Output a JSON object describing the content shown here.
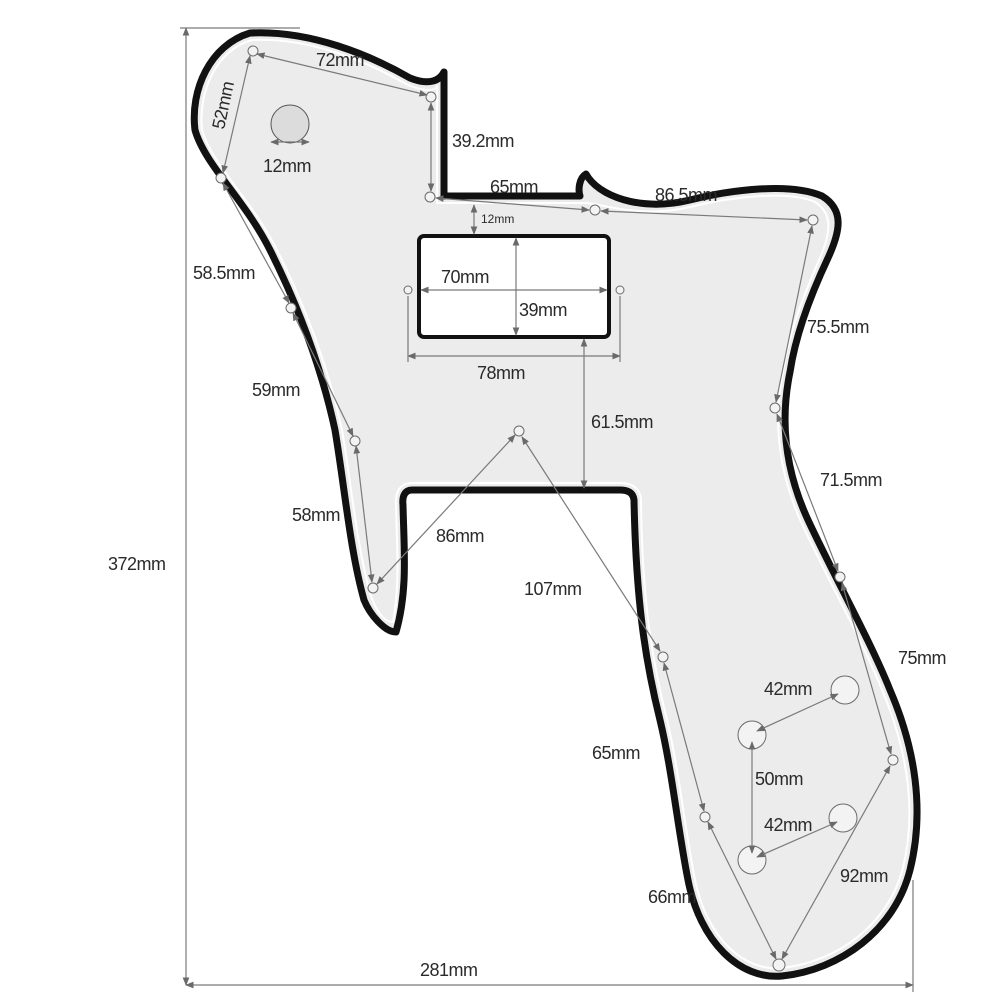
{
  "diagram": {
    "labels": {
      "d72": "72mm",
      "d52": "52mm",
      "d12_hole": "12mm",
      "d39_2": "39.2mm",
      "d65_top": "65mm",
      "d86_5": "86.5mm",
      "d12_gap": "12mm",
      "d70": "70mm",
      "d39": "39mm",
      "d78": "78mm",
      "d58_5": "58.5mm",
      "d75_5": "75.5mm",
      "d59": "59mm",
      "d61_5": "61.5mm",
      "d71_5": "71.5mm",
      "d58": "58mm",
      "d86": "86mm",
      "d107": "107mm",
      "d75": "75mm",
      "d42_a": "42mm",
      "d65_low": "65mm",
      "d50": "50mm",
      "d42_b": "42mm",
      "d92": "92mm",
      "d66": "66mm",
      "d372": "372mm",
      "d281": "281mm"
    },
    "colors": {
      "body_fill": "#ececec",
      "outline": "#111111",
      "dimension_line": "#7a7a7a"
    }
  }
}
